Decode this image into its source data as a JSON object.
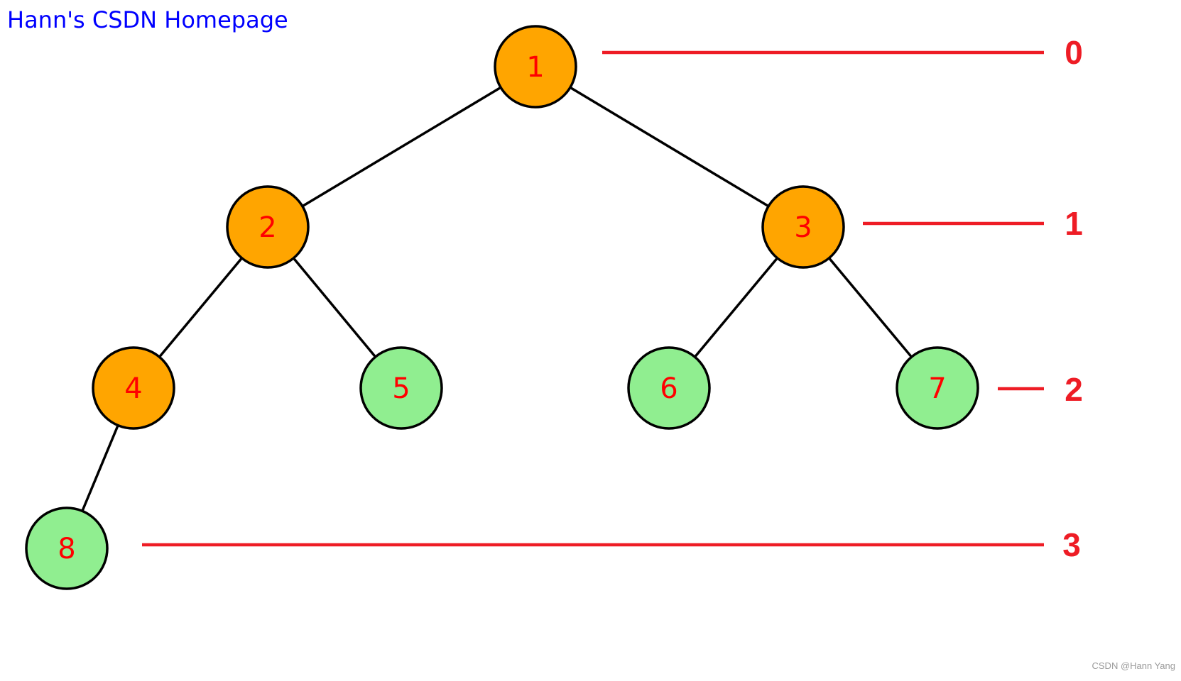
{
  "header": {
    "title": "Hann's CSDN Homepage"
  },
  "watermark": {
    "text": "CSDN @Hann Yang"
  },
  "colors": {
    "title": "#0000ff",
    "internal_node": "#ffa500",
    "leaf_node": "#90ee90",
    "node_stroke": "#000000",
    "node_text": "#ff0000",
    "level_line": "#ee1c25",
    "level_label": "#ee1c25",
    "edge": "#000000"
  },
  "tree": {
    "nodes": [
      {
        "id": 1,
        "label": "1",
        "level": 0,
        "kind": "internal"
      },
      {
        "id": 2,
        "label": "2",
        "level": 1,
        "kind": "internal"
      },
      {
        "id": 3,
        "label": "3",
        "level": 1,
        "kind": "internal"
      },
      {
        "id": 4,
        "label": "4",
        "level": 2,
        "kind": "internal"
      },
      {
        "id": 5,
        "label": "5",
        "level": 2,
        "kind": "leaf"
      },
      {
        "id": 6,
        "label": "6",
        "level": 2,
        "kind": "leaf"
      },
      {
        "id": 7,
        "label": "7",
        "level": 2,
        "kind": "leaf"
      },
      {
        "id": 8,
        "label": "8",
        "level": 3,
        "kind": "leaf"
      }
    ],
    "edges": [
      {
        "from": 1,
        "to": 2
      },
      {
        "from": 1,
        "to": 3
      },
      {
        "from": 2,
        "to": 4
      },
      {
        "from": 2,
        "to": 5
      },
      {
        "from": 3,
        "to": 6
      },
      {
        "from": 3,
        "to": 7
      },
      {
        "from": 4,
        "to": 8
      }
    ]
  },
  "levels": [
    {
      "label": "0"
    },
    {
      "label": "1"
    },
    {
      "label": "2"
    },
    {
      "label": "3"
    }
  ]
}
